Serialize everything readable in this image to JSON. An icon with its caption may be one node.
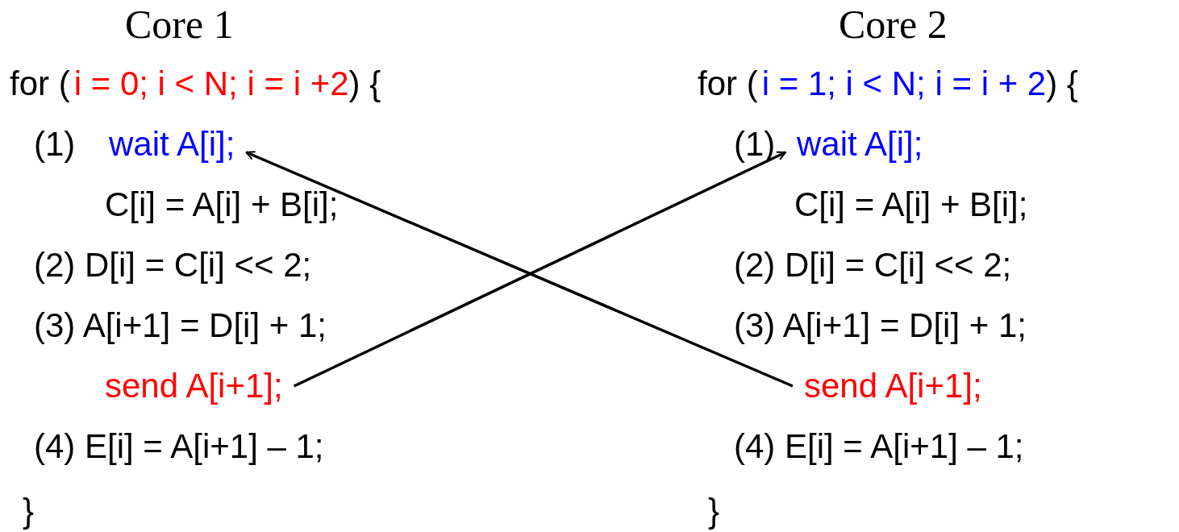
{
  "diagram": {
    "nodes": [
      {
        "text": [
          "wait A[i];"
        ]
      },
      {
        "text": [
          "send A[i+1];"
        ]
      },
      {
        "text": [
          "wait A[i];"
        ]
      },
      {
        "text": [
          "send A[i+1];"
        ]
      }
    ],
    "edges": [
      {
        "from": 1,
        "to": 2,
        "arrow": "to"
      },
      {
        "from": 3,
        "to": 0,
        "arrow": "to"
      }
    ],
    "labels": [
      "Core 1",
      "Core 2",
      "for (",
      "i = 0; i < N; i = i +2",
      ") {",
      "for (",
      "i = 1; i < N; i = i + 2",
      ") {",
      "(1)",
      "(1)",
      "C[i] = A[i] + B[i];",
      "C[i] = A[i] + B[i];",
      "(2) D[i] = C[i] << 2;",
      "(2) D[i] = C[i] << 2;",
      "(3) A[i+1] = D[i] + 1;",
      "(3) A[i+1] = D[i] + 1;",
      "(4) E[i] = A[i+1] – 1;",
      "(4) E[i] = A[i+1] – 1;",
      "}",
      "}"
    ]
  }
}
